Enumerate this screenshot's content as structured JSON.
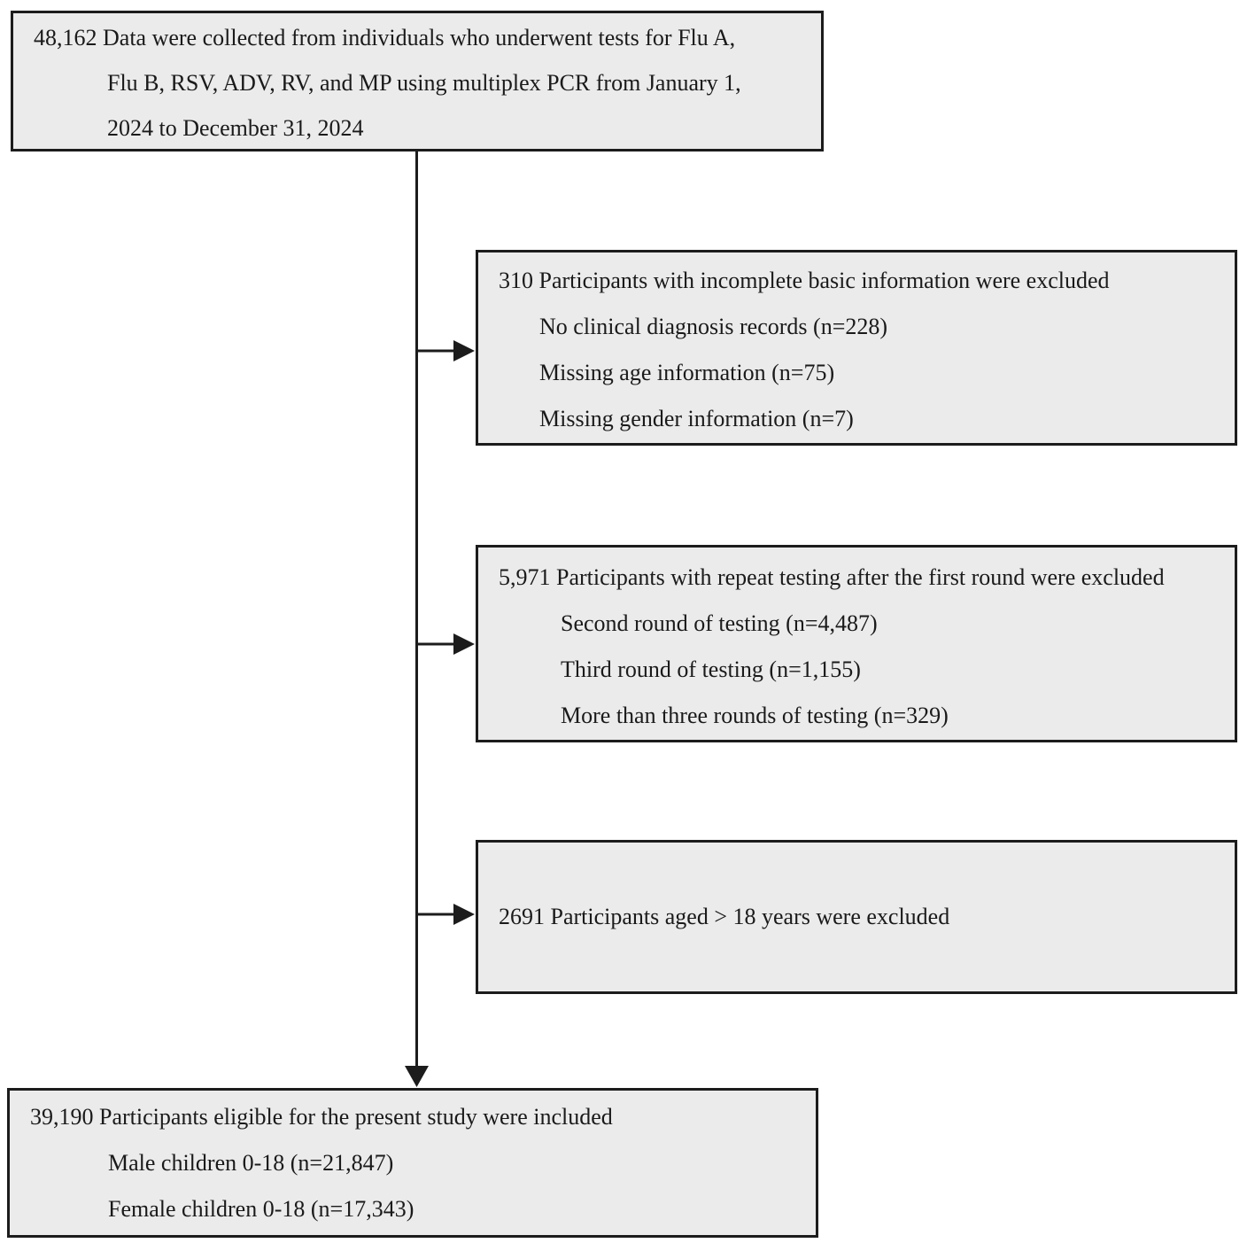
{
  "flowchart": {
    "type": "study-flow-diagram",
    "colors": {
      "box_fill": "#ebebeb",
      "box_border": "#1c1c1c",
      "text": "#1a1a1a",
      "background": "#ffffff"
    },
    "boxes": {
      "collected": {
        "total": "48,162",
        "lines": [
          "48,162 Data were collected from individuals who underwent tests for Flu A,",
          "Flu B, RSV, ADV, RV, and MP using multiplex PCR from January 1,",
          "2024 to December 31, 2024"
        ]
      },
      "excluded_incomplete": {
        "total": "310",
        "title": "310 Participants with incomplete basic information were excluded",
        "items": [
          "No clinical diagnosis records (n=228)",
          "Missing age information (n=75)",
          "Missing gender information (n=7)"
        ]
      },
      "excluded_repeat": {
        "total": "5,971",
        "title": "5,971 Participants with repeat testing after the first round were excluded",
        "items": [
          "Second round of testing (n=4,487)",
          "Third round of testing (n=1,155)",
          "More than three rounds of testing (n=329)"
        ]
      },
      "excluded_age": {
        "total": "2691",
        "title": "2691 Participants aged > 18 years were excluded"
      },
      "included": {
        "total": "39,190",
        "title": "39,190 Participants eligible for the present study were included",
        "items": [
          "Male children 0-18 (n=21,847)",
          "Female children 0-18 (n=17,343)"
        ]
      }
    }
  }
}
